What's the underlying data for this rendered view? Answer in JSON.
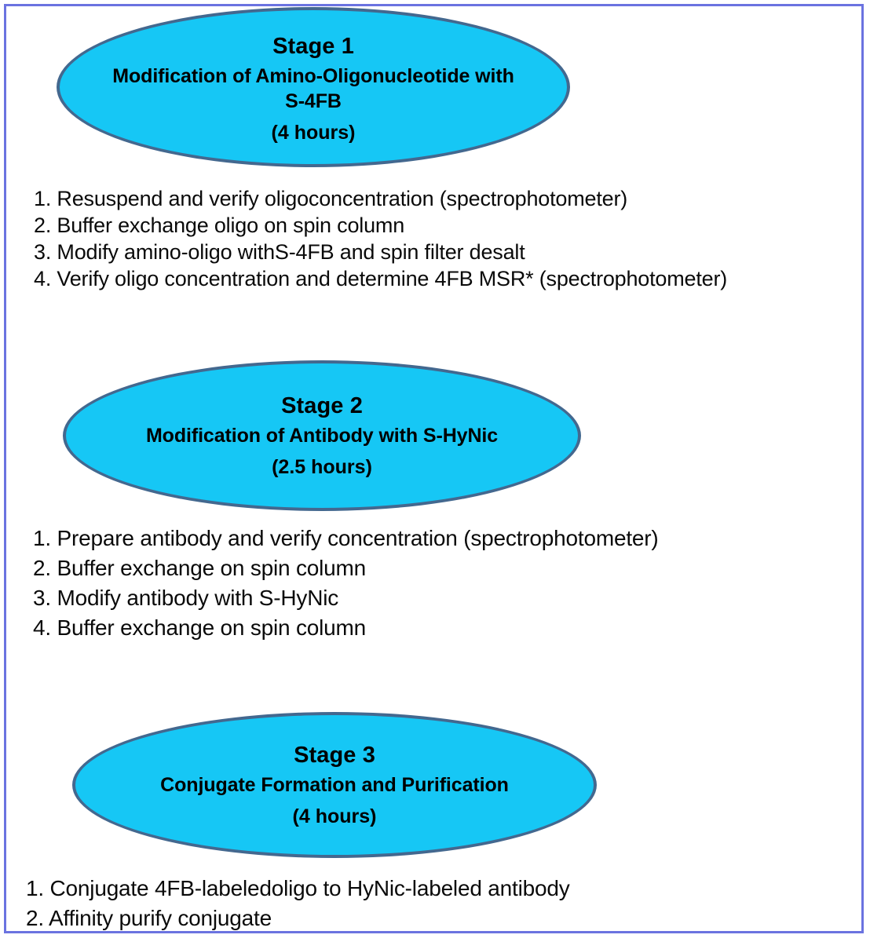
{
  "page": {
    "border_color": "#6b73e0",
    "background_color": "#ffffff"
  },
  "theme": {
    "oval_fill": "#16c7f5",
    "oval_stroke": "#43688f",
    "text_color": "#000000"
  },
  "stages": [
    {
      "id": "stage-1",
      "title": "Stage 1",
      "description": "Modification of Amino-Oligonucleotide with S-4FB",
      "duration": "(4 hours)",
      "steps": [
        "1. Resuspend and verify oligoconcentration  (spectrophotometer)",
        "2. Buffer exchange oligo on spin column",
        "3. Modify amino-oligo withS-4FB and spin filter desalt",
        "4. Verify oligo concentration and determine 4FB MSR* (spectrophotometer)"
      ]
    },
    {
      "id": "stage-2",
      "title": "Stage 2",
      "description": "Modification of Antibody with S-HyNic",
      "duration": "(2.5 hours)",
      "steps": [
        "1. Prepare antibody and verify concentration (spectrophotometer)",
        "2. Buffer exchange on spin column",
        "3. Modify antibody with S-HyNic",
        "4. Buffer exchange on spin column"
      ]
    },
    {
      "id": "stage-3",
      "title": "Stage 3",
      "description": "Conjugate Formation and Purification",
      "duration": "(4 hours)",
      "steps": [
        "1. Conjugate 4FB-labeledoligo to HyNic-labeled antibody",
        "2. Affinity purify conjugate"
      ]
    }
  ]
}
